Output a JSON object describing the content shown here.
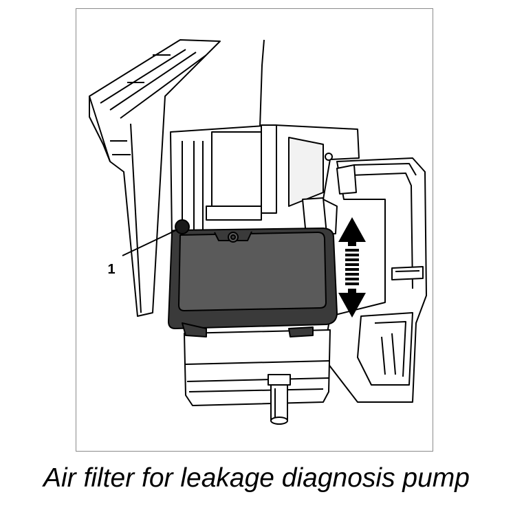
{
  "caption": "Air filter for leakage diagnosis pump",
  "callouts": [
    {
      "label": "1"
    }
  ],
  "colors": {
    "line": "#000000",
    "filter_body": "#3a3a3a",
    "filter_lid": "#5a5a5a",
    "part_fill": "#ffffff",
    "shade": "#e6e6e6",
    "frame": "#8a8a8a"
  },
  "arrow": {
    "direction": "up-down"
  }
}
